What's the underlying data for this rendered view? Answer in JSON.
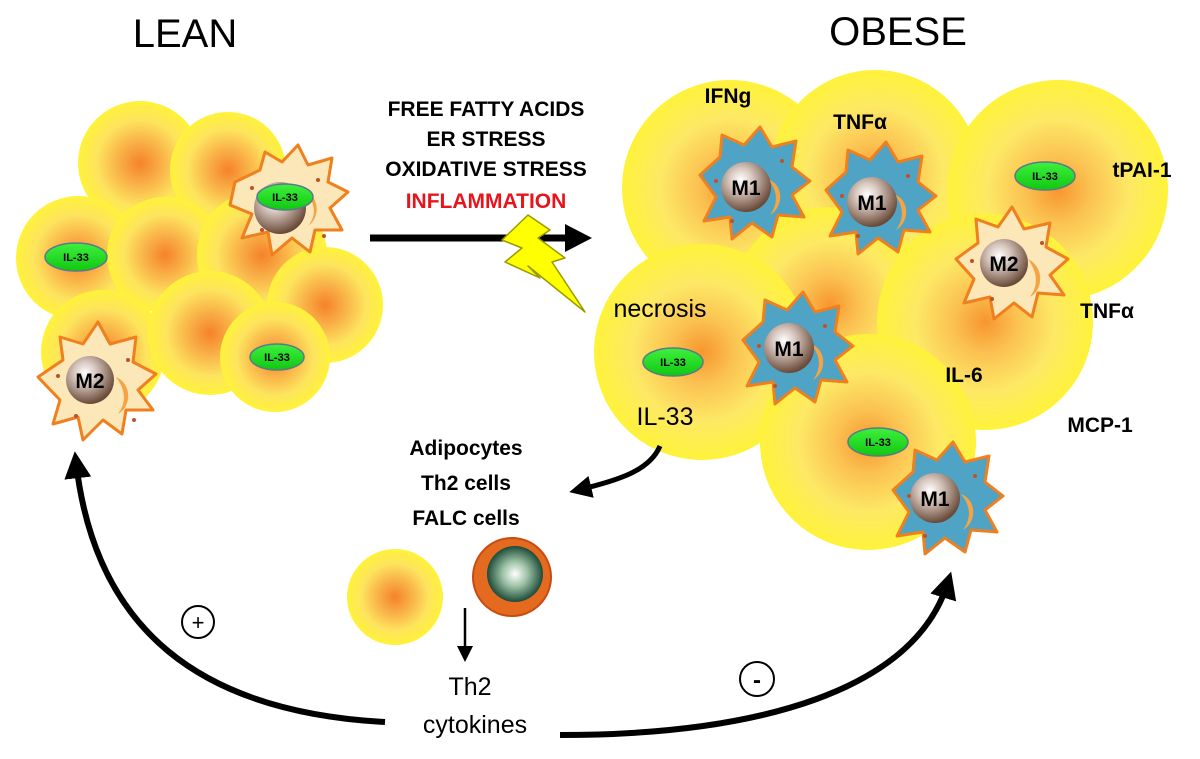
{
  "titles": {
    "lean": "LEAN",
    "obese": "OBESE"
  },
  "stressors": [
    "FREE FATTY ACIDS",
    "ER STRESS",
    "OXIDATIVE STRESS"
  ],
  "inflammation": "INFLAMMATION",
  "necrosis": "necrosis",
  "il33_big": "IL-33",
  "il33_nucleus": "IL-33",
  "cytokines": {
    "ifng": "IFNg",
    "tnfa_top": "TNFα",
    "tpai1": "tPAI-1",
    "tnfa_right": "TNFα",
    "il6": "IL-6",
    "mcp1": "MCP-1"
  },
  "macrophages": {
    "m1": "M1",
    "m2": "M2"
  },
  "targets": [
    "Adipocytes",
    "Th2  cells",
    "FALC cells"
  ],
  "th2_cytokines": [
    "Th2",
    "cytokines"
  ],
  "signs": {
    "plus": "+",
    "minus": "-"
  },
  "colors": {
    "adipocyte_center": "#f5902a",
    "adipocyte_edge": "#fff23a",
    "nucleus_green": "#22dd22",
    "m1_fill": "#4fa3c4",
    "m2_fill": "#fbe7b8",
    "macrophage_outline": "#f07f1e",
    "inflammation_red": "#e8141c",
    "bolt": "#ffff00"
  }
}
